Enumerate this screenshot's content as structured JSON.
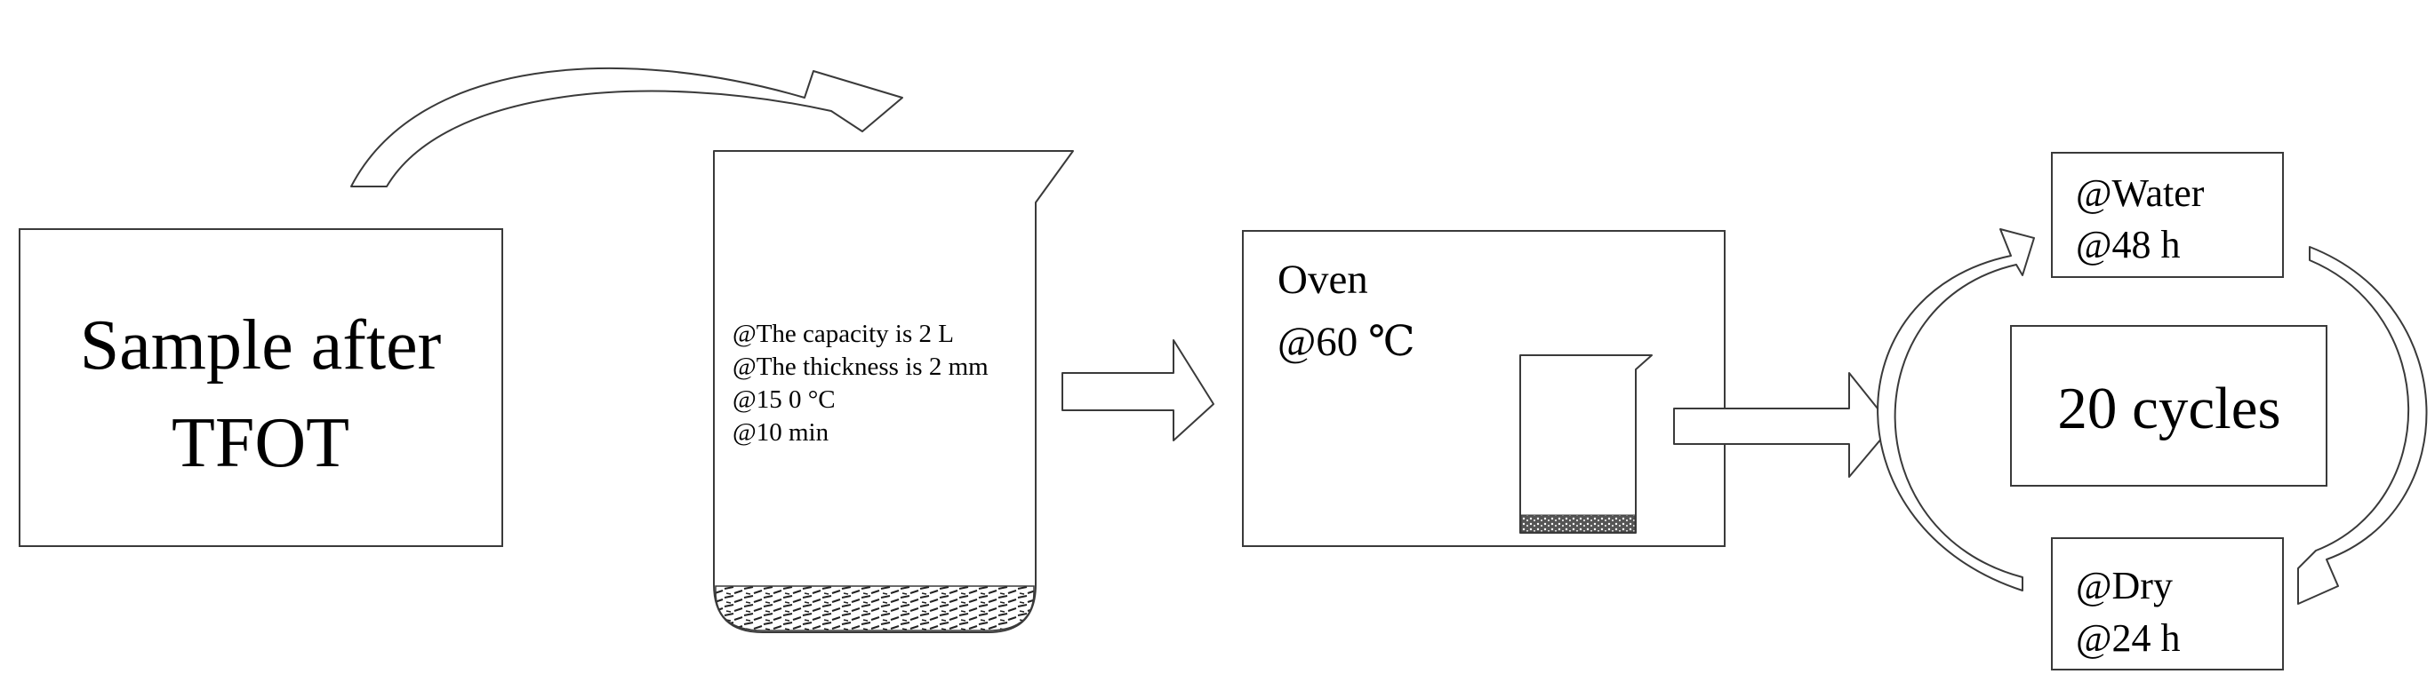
{
  "sample_box": {
    "line1": "Sample after",
    "line2": "TFOT"
  },
  "beaker": {
    "notes": [
      "@The capacity is 2 L",
      "@The thickness is 2 mm",
      "@15 0 °C",
      "@10 min"
    ]
  },
  "oven": {
    "title": "Oven",
    "temp": "@60 ℃"
  },
  "cycle": {
    "water_line1": "@Water",
    "water_line2": "@48 h",
    "center": "20 cycles",
    "dry_line1": "@Dry",
    "dry_line2": "@24 h"
  },
  "colors": {
    "line": "#3a3a3a",
    "text": "#000000",
    "background": "#ffffff"
  }
}
